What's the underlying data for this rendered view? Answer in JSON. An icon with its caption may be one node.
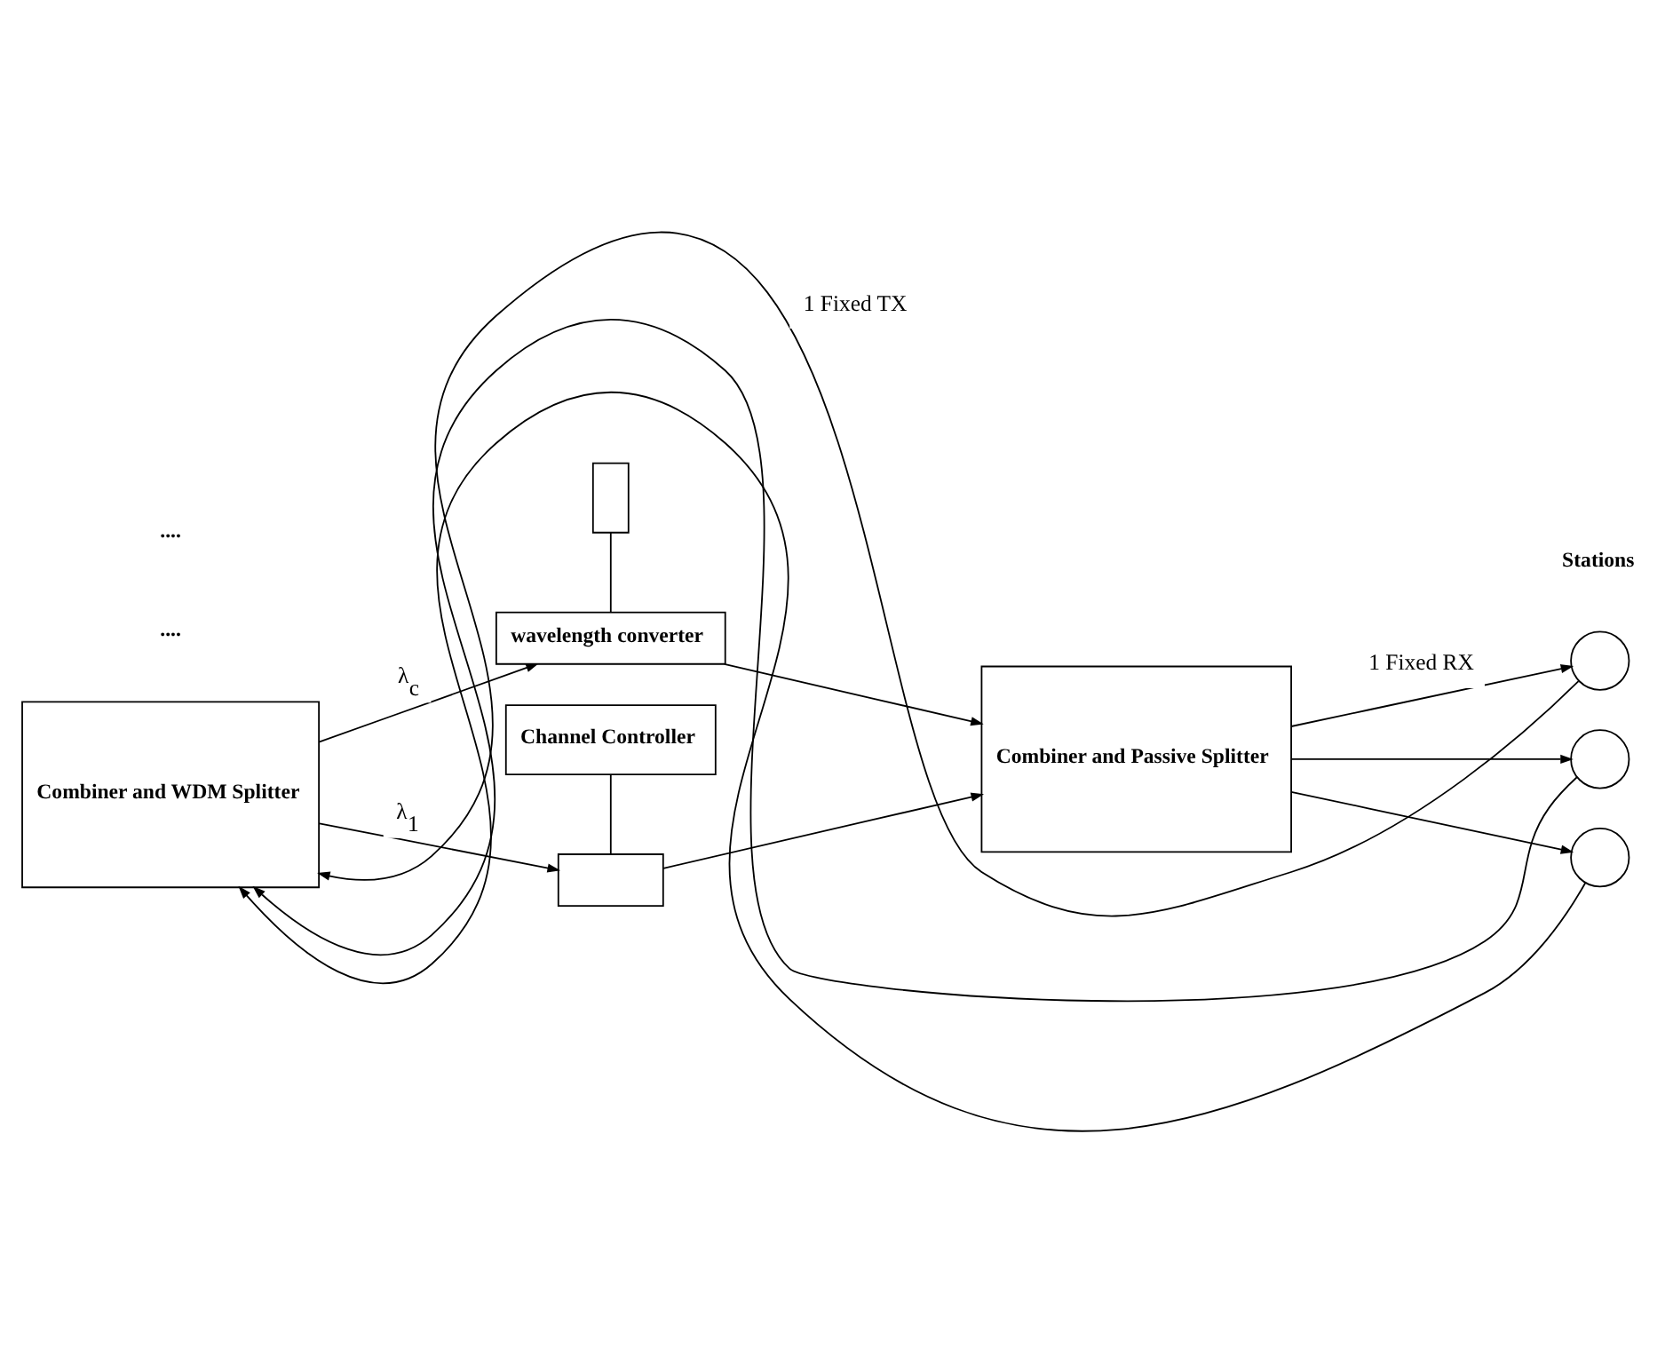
{
  "diagram": {
    "nodes": [
      {
        "text": [
          "Combiner and WDM Splitter"
        ]
      },
      {
        "text": [
          "Channel Controller"
        ]
      },
      {
        "text": [],
        "shape": "box"
      },
      {
        "text": [],
        "shape": "box"
      },
      {
        "text": [
          "wavelength converter"
        ]
      },
      {
        "text": [
          "Combiner and Passive Splitter"
        ]
      },
      {
        "text": [],
        "shape": "circle"
      },
      {
        "text": [],
        "shape": "circle"
      },
      {
        "text": [],
        "shape": "circle"
      }
    ],
    "edges": [
      {
        "from": 0,
        "to": 2,
        "arrow": "to",
        "label": "λ$_{1}$"
      },
      {
        "from": 0,
        "to": 4,
        "arrow": "to",
        "label": "λ$_{c}$"
      },
      {
        "from": 1,
        "to": 2,
        "arrow": "none"
      },
      {
        "from": 3,
        "to": 4,
        "arrow": "none"
      },
      {
        "from": 2,
        "to": 5,
        "arrow": "to"
      },
      {
        "from": 4,
        "to": 5,
        "arrow": "to"
      },
      {
        "from": 5,
        "to": 6,
        "arrow": "to",
        "label": "1 Fixed RX"
      },
      {
        "from": 6,
        "to": 0,
        "arrow": "to",
        "label": "1 Fixed TX"
      },
      {
        "from": 5,
        "to": 7,
        "arrow": "to"
      },
      {
        "from": 7,
        "to": 0,
        "arrow": "to"
      },
      {
        "from": 5,
        "to": 8,
        "arrow": "to"
      },
      {
        "from": 8,
        "to": 0,
        "arrow": "to"
      }
    ],
    "labels": [
      "....",
      "Stations",
      "...."
    ]
  }
}
